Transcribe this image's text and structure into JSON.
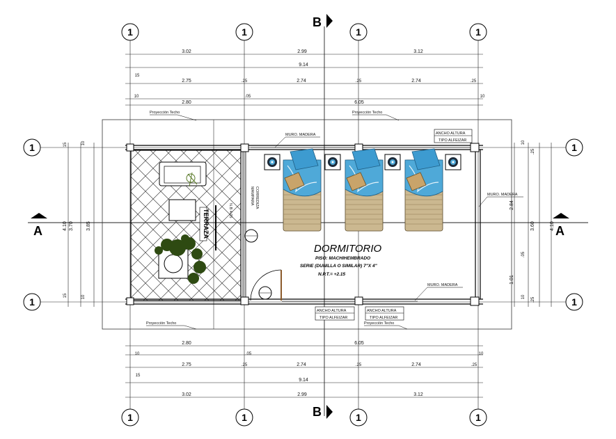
{
  "axes": {
    "column_label": "1",
    "row_label": "1",
    "section_a": "A",
    "section_b": "B"
  },
  "dims": {
    "top_outer": [
      "3.02",
      "2.99",
      "3.12"
    ],
    "top_total": "9.14",
    "top_inner": [
      "15",
      "2.75",
      ".25",
      "2.74",
      ".25",
      "2.74",
      ".25"
    ],
    "top_small": [
      "10",
      ".05",
      "10"
    ],
    "top_rooms": [
      "2.80",
      "6.05"
    ],
    "bottom_rooms": [
      "2.80",
      "6.05"
    ],
    "bottom_small": [
      "10",
      ".05",
      "10"
    ],
    "bottom_inner": [
      "2.75",
      ".25",
      "2.74",
      ".25",
      "2.74",
      ".25"
    ],
    "bottom_15": "15",
    "bottom_total": "9.14",
    "bottom_outer": [
      "3.02",
      "2.99",
      "3.12"
    ],
    "left": [
      "15",
      "10",
      "3.70",
      "3.85",
      "4.10",
      "15",
      "10"
    ],
    "right": [
      "10",
      ".25",
      "2.84",
      "3.60",
      "4.10",
      ".05",
      "1.01",
      "10",
      ".25"
    ]
  },
  "labels": {
    "roof_projection": "Proyección Techo",
    "wood_wall": "MURO. MADERA",
    "window": [
      "ANCHO ALTURA",
      "TIPO ALFEIZAR"
    ],
    "sliding_screen": [
      "MAMPARA",
      "CORREDIZA"
    ],
    "terrace": "TERRAZA",
    "handrail": "N.B 4.05"
  },
  "room": {
    "name": "DORMITORIO",
    "floor": "PISO: MACHIHEMBRADO",
    "finish": "SERIE (DUNILLA O SIMILAR) 7\"X 4\"",
    "level": "N.P.T.= +2.15"
  }
}
